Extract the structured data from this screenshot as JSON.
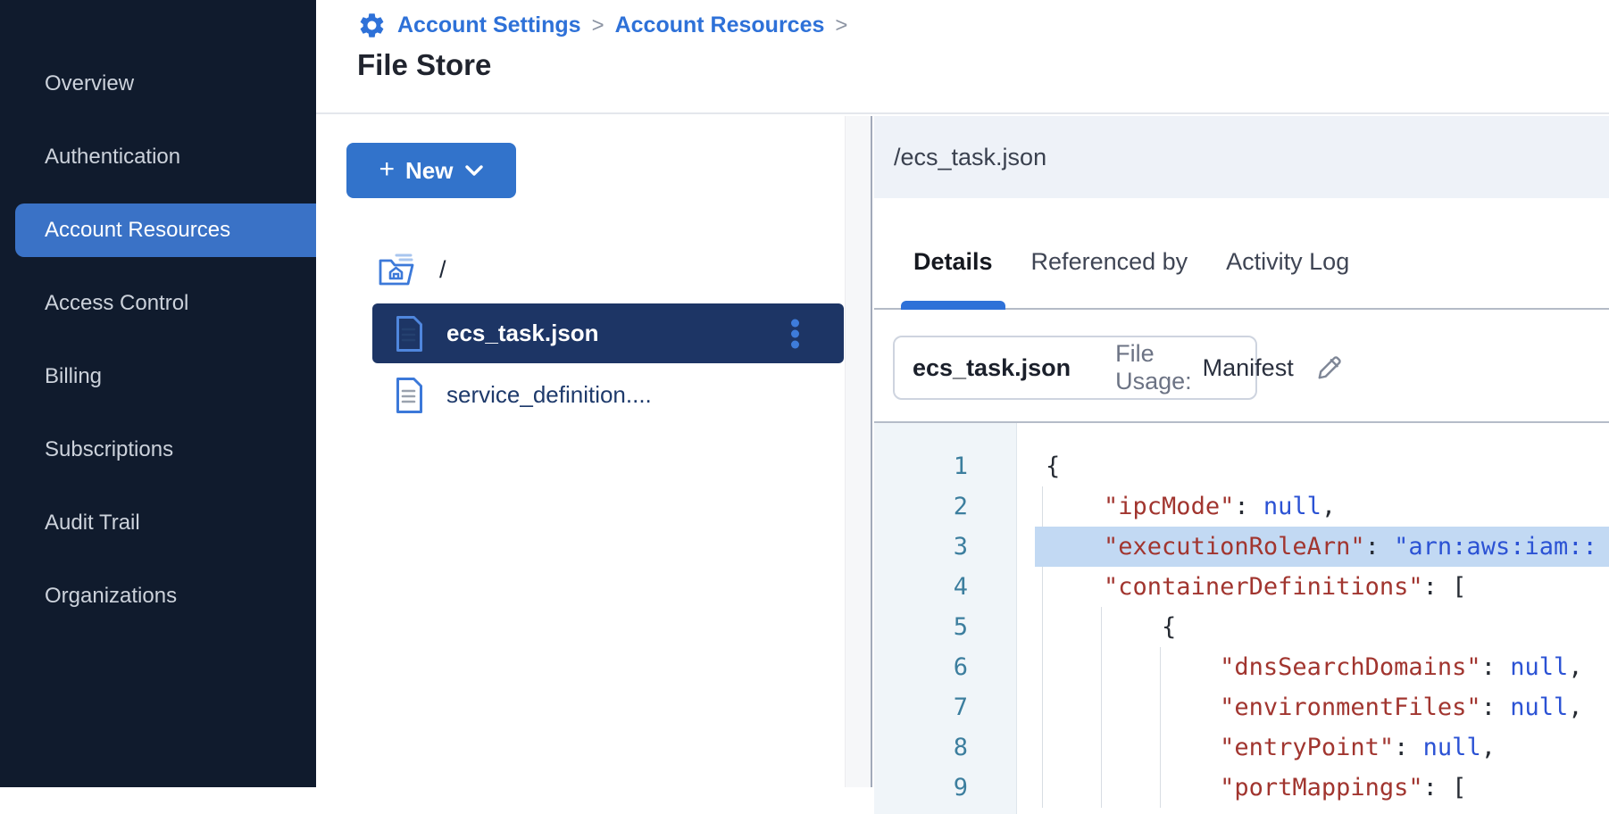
{
  "colors": {
    "accent_blue": "#2e71d8",
    "sidebar_bg": "#101b2d",
    "sidebar_active_bg": "#3a72c6",
    "new_button_bg": "#3273cb",
    "selected_row_bg": "#1d3565",
    "line_highlight": "#c2d9f3",
    "json_key": "#a1352f",
    "json_value": "#2b52d4",
    "line_number": "#3c7e9e"
  },
  "icons": {
    "breadcrumb": "gear-icon",
    "folder_root": "home-folder-icon",
    "file": "document-icon",
    "file_menu": "kebab-menu-icon",
    "new_button": "plus-icon + chevron-down-icon",
    "file_card": "document-icon + pencil-icon"
  },
  "sidebar": {
    "items": [
      {
        "label": "Overview",
        "active": false
      },
      {
        "label": "Authentication",
        "active": false
      },
      {
        "label": "Account Resources",
        "active": true
      },
      {
        "label": "Access Control",
        "active": false
      },
      {
        "label": "Billing",
        "active": false
      },
      {
        "label": "Subscriptions",
        "active": false
      },
      {
        "label": "Audit Trail",
        "active": false
      },
      {
        "label": "Organizations",
        "active": false
      }
    ]
  },
  "header": {
    "breadcrumb": [
      "Account Settings",
      "Account Resources"
    ],
    "separator": ">",
    "title": "File Store"
  },
  "file_panel": {
    "new_button_label": "New",
    "new_button_plus": "+",
    "root_label": "/",
    "files": [
      {
        "name": "ecs_task.json",
        "selected": true,
        "has_menu": true
      },
      {
        "name": "service_definition....",
        "selected": false,
        "has_menu": false
      }
    ]
  },
  "details_panel": {
    "path": "/ecs_task.json",
    "tabs": [
      {
        "label": "Details",
        "active": true
      },
      {
        "label": "Referenced by",
        "active": false
      },
      {
        "label": "Activity Log",
        "active": false
      }
    ],
    "file_card": {
      "name": "ecs_task.json",
      "usage_label": "File Usage:",
      "usage_value": "Manifest"
    },
    "code": {
      "language": "json",
      "lines": [
        {
          "num": 1,
          "indent": 0,
          "guides": 0,
          "hl": false,
          "tokens": [
            {
              "c": "p",
              "t": "{"
            }
          ]
        },
        {
          "num": 2,
          "indent": 1,
          "guides": 1,
          "hl": false,
          "tokens": [
            {
              "c": "k",
              "t": "\"ipcMode\""
            },
            {
              "c": "p",
              "t": ": "
            },
            {
              "c": "n",
              "t": "null"
            },
            {
              "c": "p",
              "t": ","
            }
          ]
        },
        {
          "num": 3,
          "indent": 1,
          "guides": 1,
          "hl": true,
          "tokens": [
            {
              "c": "k",
              "t": "\"executionRoleArn\""
            },
            {
              "c": "p",
              "t": ": "
            },
            {
              "c": "s",
              "t": "\"arn:aws:iam::"
            }
          ]
        },
        {
          "num": 4,
          "indent": 1,
          "guides": 1,
          "hl": false,
          "tokens": [
            {
              "c": "k",
              "t": "\"containerDefinitions\""
            },
            {
              "c": "p",
              "t": ": ["
            }
          ]
        },
        {
          "num": 5,
          "indent": 2,
          "guides": 2,
          "hl": false,
          "tokens": [
            {
              "c": "p",
              "t": "{"
            }
          ]
        },
        {
          "num": 6,
          "indent": 3,
          "guides": 3,
          "hl": false,
          "tokens": [
            {
              "c": "k",
              "t": "\"dnsSearchDomains\""
            },
            {
              "c": "p",
              "t": ": "
            },
            {
              "c": "n",
              "t": "null"
            },
            {
              "c": "p",
              "t": ","
            }
          ]
        },
        {
          "num": 7,
          "indent": 3,
          "guides": 3,
          "hl": false,
          "tokens": [
            {
              "c": "k",
              "t": "\"environmentFiles\""
            },
            {
              "c": "p",
              "t": ": "
            },
            {
              "c": "n",
              "t": "null"
            },
            {
              "c": "p",
              "t": ","
            }
          ]
        },
        {
          "num": 8,
          "indent": 3,
          "guides": 3,
          "hl": false,
          "tokens": [
            {
              "c": "k",
              "t": "\"entryPoint\""
            },
            {
              "c": "p",
              "t": ": "
            },
            {
              "c": "n",
              "t": "null"
            },
            {
              "c": "p",
              "t": ","
            }
          ]
        },
        {
          "num": 9,
          "indent": 3,
          "guides": 3,
          "hl": false,
          "tokens": [
            {
              "c": "k",
              "t": "\"portMappings\""
            },
            {
              "c": "p",
              "t": ": ["
            }
          ]
        }
      ]
    }
  }
}
